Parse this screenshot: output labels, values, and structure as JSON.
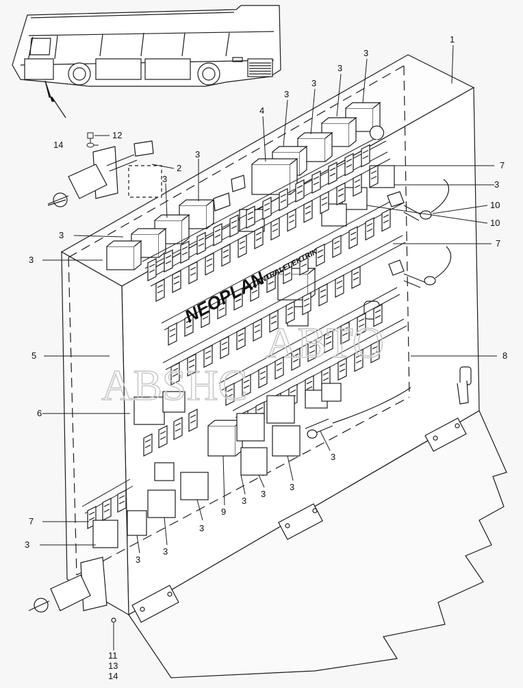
{
  "diagram": {
    "brand": "NEOPLAN",
    "brand_sub": "ZENTRALELEKTRIK",
    "watermark_top": "ABTO",
    "watermark_bottom": "ABSHC",
    "callouts": {
      "c1": "1",
      "c2": "2",
      "c3": "3",
      "c4": "4",
      "c5": "5",
      "c6": "6",
      "c7": "7",
      "c8": "8",
      "c9": "9",
      "c10": "10",
      "c11": "11",
      "c12": "12",
      "c13": "13",
      "c14": "14"
    }
  }
}
